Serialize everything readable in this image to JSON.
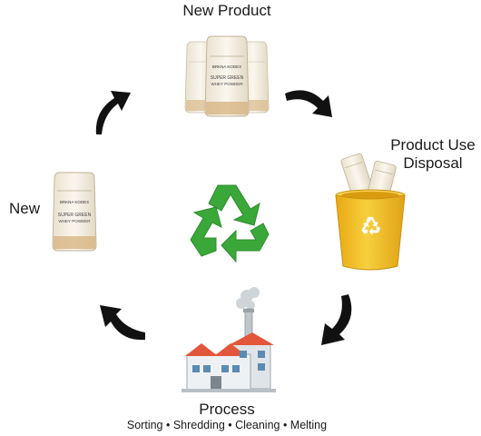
{
  "labels": {
    "new_product": "New Product",
    "product_use_line1": "Product Use",
    "product_use_line2": "Disposal",
    "new": "New",
    "process": "Process",
    "process_steps": "Sorting • Shredding • Cleaning • Melting"
  },
  "pouch": {
    "brand": "BRKNA KODEX",
    "line1": "SUPER GREEN",
    "line2": "WHEY POWDER"
  },
  "icons": {
    "recycle": "recycle-icon",
    "bin": "recycle-bin-icon",
    "factory": "factory-icon",
    "arrow": "curved-arrow-icon",
    "pouch": "pouch-icon"
  },
  "colors": {
    "recycle_green": "#3aa838",
    "bin_yellow": "#f3c22a",
    "factory_roof": "#e2573b",
    "arrow": "#111111"
  }
}
